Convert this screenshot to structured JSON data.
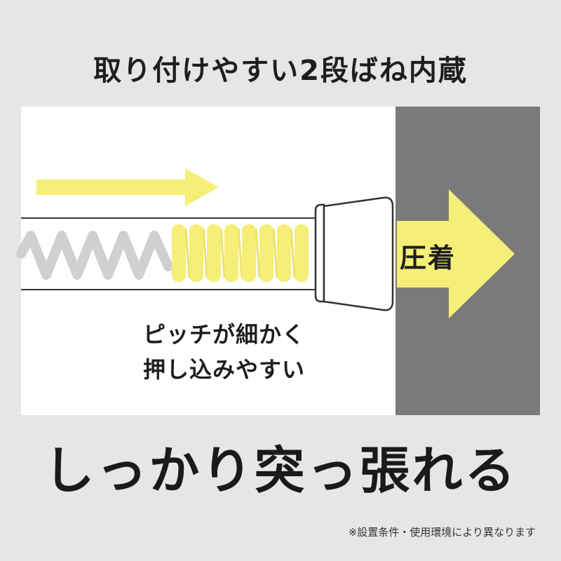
{
  "header": {
    "title": "取り付けやすい2段ばね内蔵"
  },
  "diagram": {
    "press_label": "圧着",
    "caption_line1": "ピッチが細かく",
    "caption_line2": "押し込みやすい"
  },
  "footer": {
    "headline": "しっかり突っ張れる",
    "note": "※設置条件・使用環境により異なります"
  },
  "colors": {
    "accent": "#f5ef78",
    "spring_gray": "#d0d0d0",
    "wall": "#7a7a7a",
    "text": "#1e1e1e"
  },
  "icons": [
    "right-arrow-icon",
    "press-arrow-icon"
  ]
}
